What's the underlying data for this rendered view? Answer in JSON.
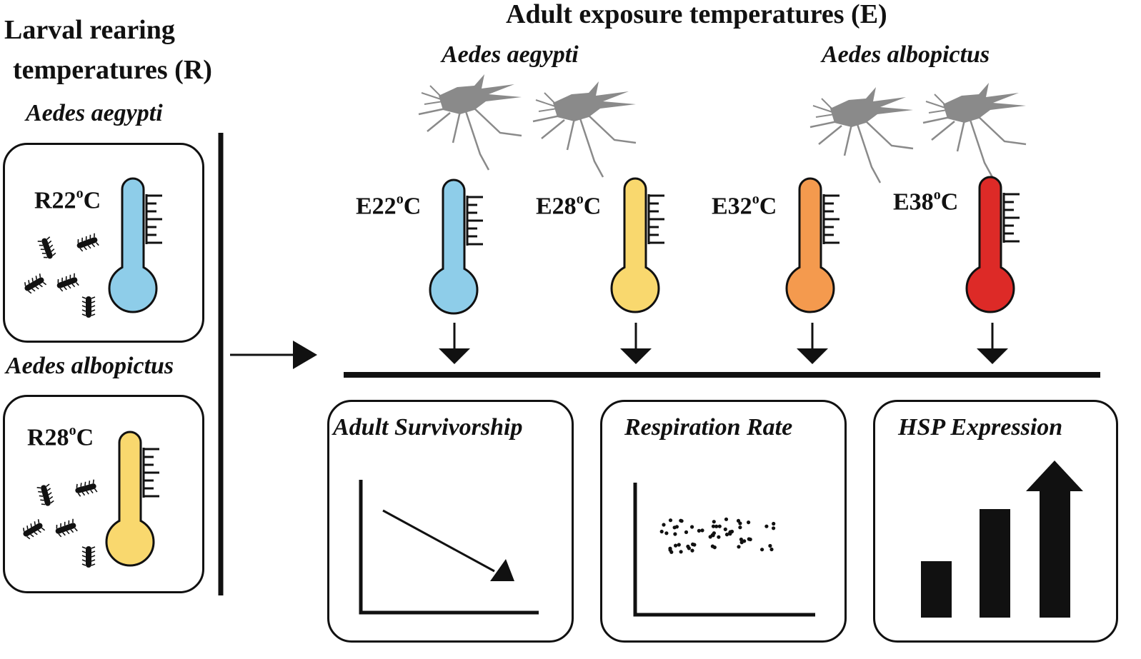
{
  "larval": {
    "title_line1": "Larval rearing",
    "title_line2": "temperatures (R)",
    "groups": [
      {
        "species": "Aedes aegypti",
        "temp_label": "R22",
        "temp_unit": "C",
        "degree": "o",
        "fill": "#8ecde9"
      },
      {
        "species": "Aedes albopictus",
        "temp_label": "R28",
        "temp_unit": "C",
        "degree": "o",
        "fill": "#f9d86e"
      }
    ]
  },
  "adult": {
    "title": "Adult exposure temperatures (E)",
    "species": [
      "Aedes aegypti",
      "Aedes albopictus"
    ],
    "temps": [
      {
        "label": "E22",
        "unit": "C",
        "degree": "o",
        "fill": "#8ecde9"
      },
      {
        "label": "E28",
        "unit": "C",
        "degree": "o",
        "fill": "#f9d86e"
      },
      {
        "label": "E32",
        "unit": "C",
        "degree": "o",
        "fill": "#f49a4e"
      },
      {
        "label": "E38",
        "unit": "C",
        "degree": "o",
        "fill": "#dd2a27"
      }
    ]
  },
  "outcomes": [
    {
      "title": "Adult Survivorship",
      "icon": "declining-line-chart-icon"
    },
    {
      "title": "Respiration Rate",
      "icon": "scatter-plot-icon"
    },
    {
      "title": "HSP Expression",
      "icon": "increasing-bar-chart-icon"
    }
  ],
  "colors": {
    "ink": "#111111",
    "mosquito": "#8a8a8a"
  }
}
